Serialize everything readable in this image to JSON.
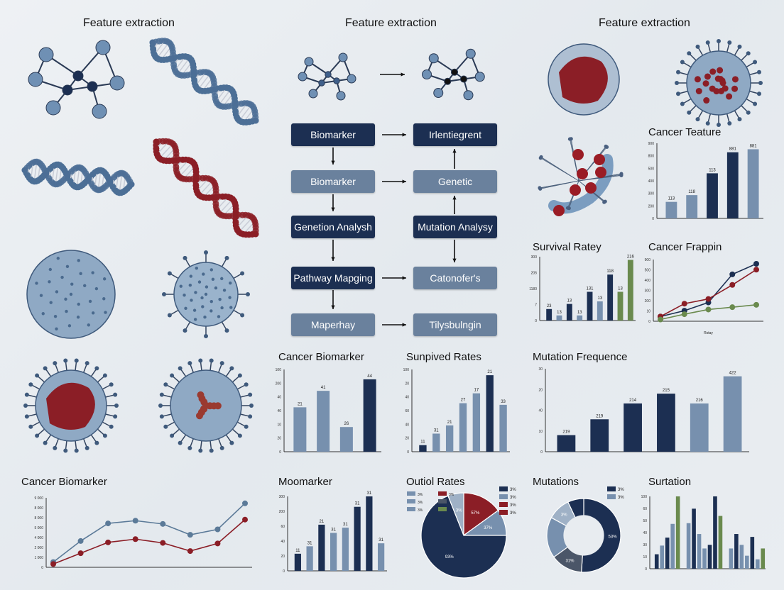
{
  "headers": [
    "Feature extraction",
    "Feature extraction",
    "Feature extraction"
  ],
  "colors": {
    "dark": "#1c2f52",
    "light": "#7790ae",
    "green": "#6a8a4e",
    "red": "#8b1e26",
    "gray": "#4b5668",
    "pale": "#9fb1c6"
  },
  "flow": {
    "left": [
      "Biomarker",
      "Biomarker",
      "Genetion Analysh",
      "Pathway Mapging",
      "Maperhay"
    ],
    "right": [
      "Irlentiegrent",
      "Genetic",
      "Mutation Analysy",
      "Catonofer's",
      "Tilysbulngin"
    ]
  },
  "illustrations": [
    "molecule-icon",
    "dna-helix-icon",
    "virus-cell-icon",
    "cancer-cell-icon",
    "protein-icon"
  ],
  "chart_data": [
    {
      "id": "cancer-teature",
      "type": "bar",
      "title": "Cancer Teature",
      "ylim": [
        0,
        100
      ],
      "values": [
        22,
        31,
        60,
        88,
        92
      ],
      "colors": [
        "light",
        "light",
        "dark",
        "dark",
        "light"
      ],
      "value_labels": [
        "113",
        "118",
        "113",
        "881",
        "881"
      ],
      "y_ticks": [
        "0",
        "200",
        "300",
        "400",
        "500",
        "800",
        "900"
      ]
    },
    {
      "id": "survival-ratey",
      "type": "bar",
      "title": "Survival Ratey",
      "ylim": [
        0,
        100
      ],
      "values": [
        18,
        8,
        26,
        8,
        45,
        30,
        72,
        45,
        95
      ],
      "colors": [
        "dark",
        "light",
        "dark",
        "light",
        "dark",
        "light",
        "dark",
        "green",
        "green"
      ],
      "value_labels": [
        "23",
        "13",
        "13",
        "13",
        "131",
        "13",
        "118",
        "13",
        "216"
      ],
      "y_ticks": [
        "0",
        "7",
        "1180",
        "205",
        "300"
      ]
    },
    {
      "id": "cancer-frappin",
      "type": "line",
      "title": "Cancer Frappin",
      "ylim": [
        0,
        100
      ],
      "xlabel": "Rstay",
      "series": [
        {
          "color": "dark",
          "values": [
            8,
            18,
            32,
            80,
            98
          ]
        },
        {
          "color": "red",
          "values": [
            8,
            30,
            38,
            62,
            88
          ]
        },
        {
          "color": "green",
          "values": [
            3,
            12,
            20,
            24,
            28
          ]
        }
      ],
      "y_ticks": [
        "0",
        "10",
        "200",
        "300",
        "400",
        "500",
        "900"
      ]
    },
    {
      "id": "cancer-biomarker-bars",
      "type": "bar",
      "title": "Cancer Biomarker",
      "ylim": [
        0,
        100
      ],
      "values": [
        54,
        74,
        30,
        88
      ],
      "colors": [
        "light",
        "light",
        "light",
        "dark"
      ],
      "value_labels": [
        "21",
        "41",
        "26",
        "44"
      ],
      "y_ticks": [
        "0",
        "20",
        "10",
        "40",
        "40",
        "200",
        "100"
      ]
    },
    {
      "id": "sunpived-rates",
      "type": "bar",
      "title": "Sunpived Rates",
      "ylim": [
        0,
        100
      ],
      "values": [
        8,
        22,
        32,
        59,
        71,
        93,
        57
      ],
      "colors": [
        "dark",
        "light",
        "light",
        "light",
        "light",
        "dark",
        "light"
      ],
      "value_labels": [
        "11",
        "31",
        "21",
        "27",
        "17",
        "21",
        "33"
      ],
      "y_ticks": [
        "0",
        "20",
        "40",
        "60",
        "40",
        "20",
        "100"
      ]
    },
    {
      "id": "mutation-frequence",
      "type": "bar",
      "title": "Mutation Frequence",
      "ylim": [
        0,
        110
      ],
      "values": [
        22,
        43,
        64,
        77,
        64,
        100
      ],
      "colors": [
        "dark",
        "dark",
        "dark",
        "dark",
        "light",
        "light"
      ],
      "value_labels": [
        "219",
        "219",
        "214",
        "215",
        "216",
        "422"
      ],
      "y_ticks": [
        "0",
        "10",
        "40",
        "20",
        "30"
      ]
    },
    {
      "id": "cancer-biomarker-line",
      "type": "line",
      "title": "Cancer Biomarker",
      "ylim": [
        0,
        10000
      ],
      "series": [
        {
          "color": "light2",
          "values": [
            970,
            4850,
            8100,
            8600,
            8000,
            6000,
            7000,
            11800
          ]
        },
        {
          "color": "red",
          "values": [
            600,
            2600,
            4600,
            5200,
            4500,
            3000,
            4400,
            8800
          ]
        }
      ],
      "y_ticks": [
        "0",
        "1 000",
        "2 000",
        "4 000",
        "5 000",
        "8 000",
        "8 000",
        "9 000"
      ]
    },
    {
      "id": "moomarker",
      "type": "bar",
      "title": "Moomarker",
      "ylim": [
        0,
        100
      ],
      "values": [
        23,
        33,
        62,
        51,
        58,
        86,
        100,
        37
      ],
      "colors": [
        "dark",
        "light",
        "dark",
        "light",
        "light",
        "dark",
        "dark",
        "light"
      ],
      "value_labels": [
        "11",
        "31",
        "21",
        "31",
        "31",
        "31",
        "31",
        "31"
      ],
      "y_ticks": [
        "0",
        "20",
        "40",
        "60",
        "200",
        "300"
      ]
    },
    {
      "id": "outiol-rates",
      "type": "pie",
      "title": "Outiol Rates",
      "slices": [
        {
          "value": 15,
          "color": "red",
          "label": "57%"
        },
        {
          "value": 10,
          "color": "light",
          "label": "37%"
        },
        {
          "value": 69,
          "color": "dark",
          "label": "93%"
        },
        {
          "value": 6,
          "color": "pale",
          "label": "3%"
        }
      ],
      "legend": [
        {
          "color": "dark",
          "label": "3%"
        },
        {
          "color": "light",
          "label": "3%"
        },
        {
          "color": "red",
          "label": "3%"
        },
        {
          "color": "red",
          "label": "3%"
        }
      ]
    },
    {
      "id": "mutations",
      "type": "donut",
      "title": "Mutations",
      "slices": [
        {
          "value": 51,
          "color": "dark",
          "label": "53%"
        },
        {
          "value": 14,
          "color": "gray",
          "label": "31%"
        },
        {
          "value": 18,
          "color": "light",
          "label": ""
        },
        {
          "value": 10,
          "color": "pale",
          "label": "3%"
        },
        {
          "value": 7,
          "color": "dark",
          "label": ""
        }
      ],
      "legend": [
        {
          "color": "dark",
          "label": "3%"
        },
        {
          "color": "light",
          "label": "3%"
        }
      ]
    },
    {
      "id": "surtation",
      "type": "bar",
      "title": "Surtation",
      "ylim": [
        0,
        100
      ],
      "grouped": true,
      "values": [
        20,
        32,
        43,
        62,
        100,
        null,
        63,
        83,
        48,
        28,
        33,
        100,
        73,
        null,
        28,
        48,
        33,
        18,
        44,
        13,
        28
      ],
      "colors": [
        "dark",
        "light",
        "dark",
        "light",
        "green",
        null,
        "light",
        "dark",
        "light",
        "light",
        "dark",
        "dark",
        "green",
        null,
        "light",
        "dark",
        "light",
        "light",
        "dark",
        "light",
        "green"
      ],
      "y_ticks": [
        "0",
        "10",
        "30",
        "40",
        "50",
        "60",
        "100"
      ]
    }
  ]
}
